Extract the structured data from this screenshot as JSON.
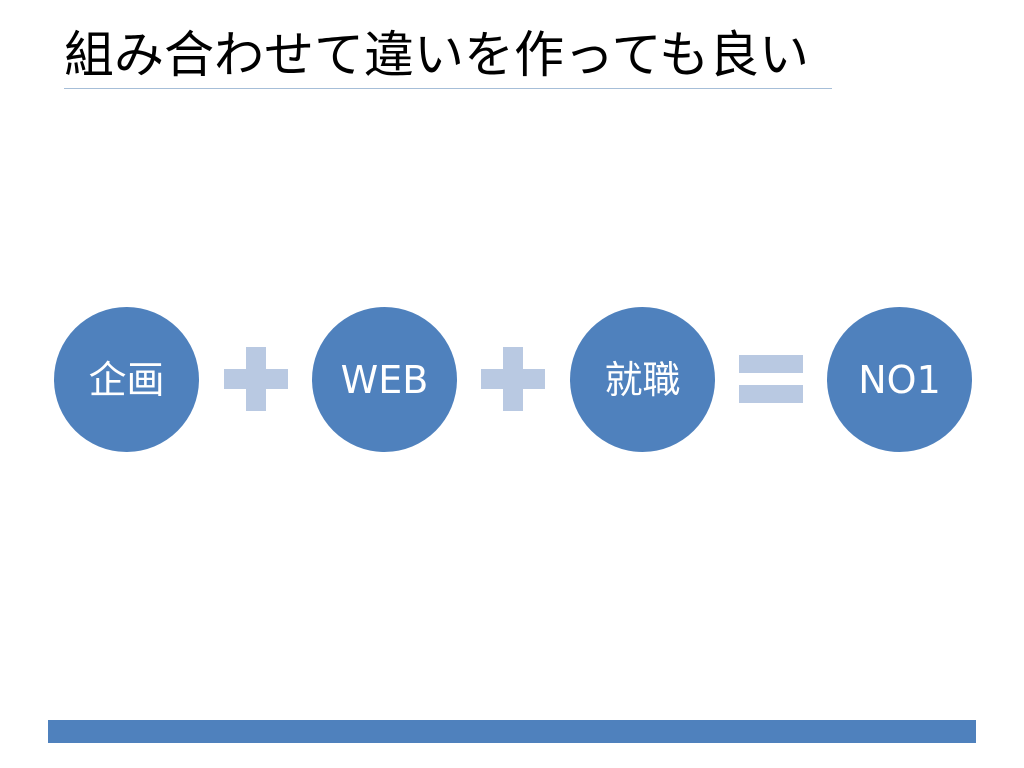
{
  "title": "組み合わせて違いを作っても良い",
  "nodes": [
    {
      "label": "企画"
    },
    {
      "label": "WEB"
    },
    {
      "label": "就職"
    },
    {
      "label": "NO1"
    }
  ],
  "operators": [
    "plus",
    "plus",
    "equals"
  ],
  "colors": {
    "node_fill": "#4f81bd",
    "operator_fill": "#b9c9e2",
    "title_rule": "#a6bed8",
    "bottom_bar": "#4f81bd"
  }
}
